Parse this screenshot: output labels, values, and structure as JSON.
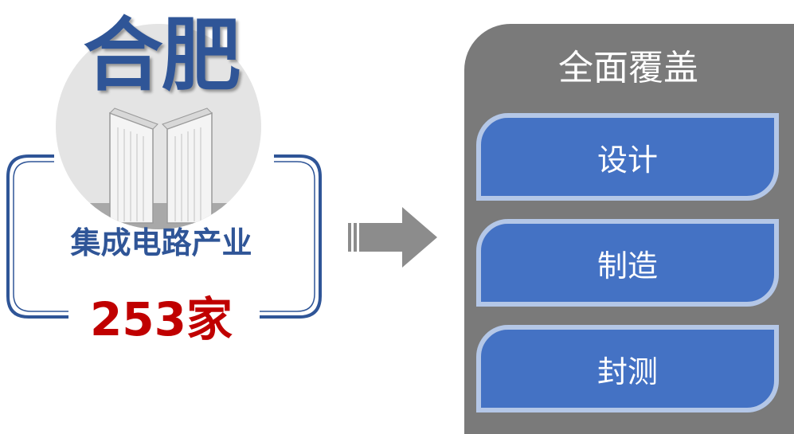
{
  "left": {
    "city": "合肥",
    "industry": "集成电路产业",
    "count": "253家"
  },
  "arrow_icon": "right-arrow-icon",
  "right": {
    "title": "全面覆盖",
    "stages": [
      "设计",
      "制造",
      "封测"
    ]
  },
  "colors": {
    "primary_blue": "#2f5597",
    "accent_red": "#c00000",
    "panel_gray": "#7a7a7a",
    "stage_fill": "#4472c4",
    "stage_border": "#b4c7e7"
  }
}
